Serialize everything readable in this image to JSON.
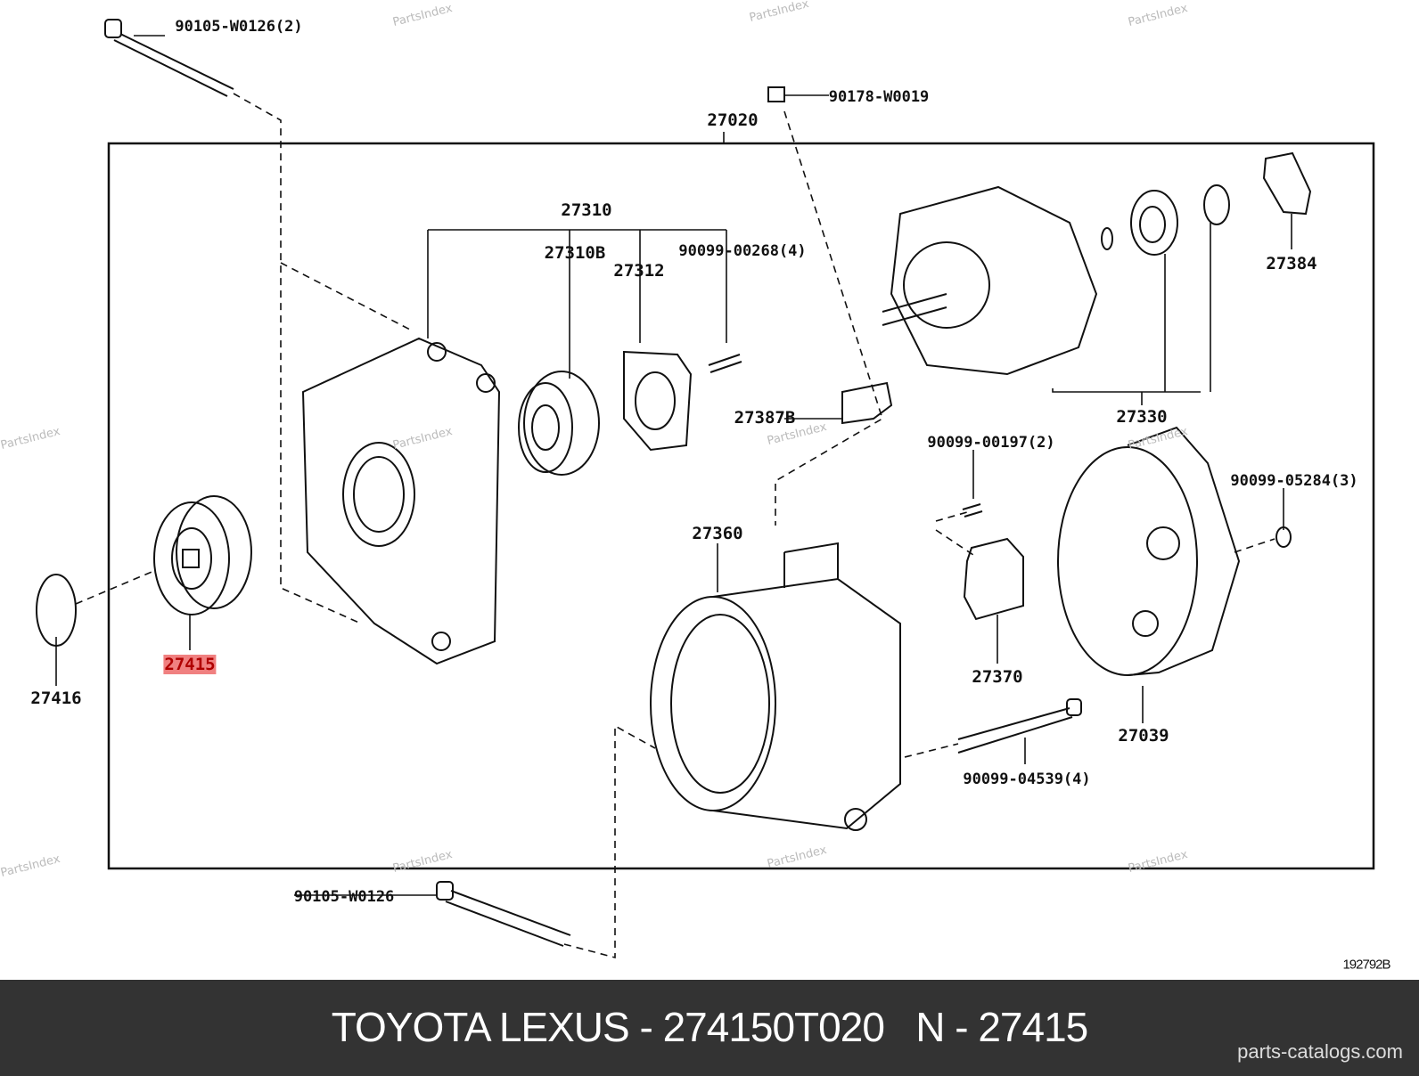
{
  "footer": {
    "title": "TOYOTA LEXUS - 274150T020   N - 27415",
    "site": "parts-catalogs.com"
  },
  "diagram": {
    "reference_code": "192792B",
    "watermark": "PartsIndex",
    "highlight_color": "#f08080",
    "labels": {
      "bolt_top": "90105-W0126(2)",
      "terminal_cap": "90178-W0019",
      "assembly": "27020",
      "frame_group": "27310",
      "bearing": "27310B",
      "retainer": "27312",
      "retainer_screws": "90099-00268(4)",
      "rotor_insulator": "27384",
      "terminal_insulator": "27387B",
      "rotor": "27330",
      "brush_screws": "90099-00197(2)",
      "nuts": "90099-05284(3)",
      "stator": "27360",
      "pulley": "27415",
      "pulley_cap": "27416",
      "brush_holder": "27370",
      "rear_cover": "27039",
      "through_bolts": "90099-04539(4)",
      "bolt_bottom": "90105-W0126"
    }
  }
}
